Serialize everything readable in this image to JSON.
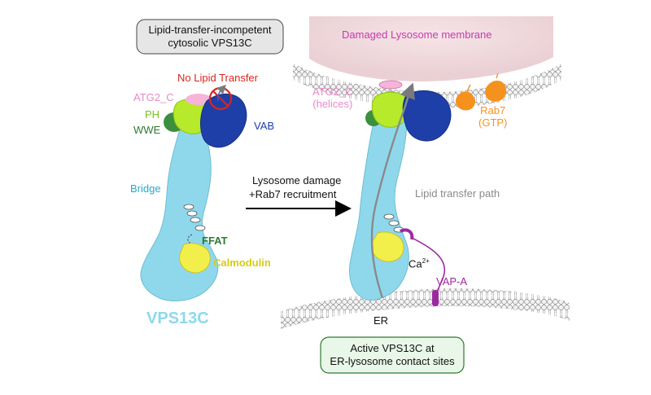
{
  "left_panel": {
    "state_box_line1": "Lipid-transfer-incompetent",
    "state_box_line2": "cytosolic VPS13C",
    "no_lipid_transfer": "No Lipid Transfer",
    "atg2c": "ATG2_C",
    "ph": "PH",
    "wwe": "WWE",
    "vab": "VAB",
    "bridge": "Bridge",
    "ffat": "FFAT",
    "calmodulin": "Calmodulin",
    "protein_name": "VPS13C"
  },
  "transition": {
    "line1": "Lysosome damage",
    "line2": "+Rab7  recruitment"
  },
  "right_panel": {
    "membrane_label": "Damaged Lysosome membrane",
    "atg2c_line1": "ATG2_C",
    "atg2c_line2": "(helices)",
    "rab7_line1": "Rab7",
    "rab7_line2": "(GTP)",
    "lipid_path": "Lipid transfer path",
    "calcium": "Ca",
    "calcium_sup": "2+",
    "vapa": "VAP-A",
    "er": "ER",
    "state_box_line1": "Active VPS13C at",
    "state_box_line2": "ER-lysosome contact sites"
  },
  "colors": {
    "bridge": "#8fd8ec",
    "ph": "#b6ea2a",
    "wwe": "#3c8f3c",
    "vab": "#1f3fa8",
    "atg2c": "#f6b4d8",
    "calmodulin": "#f2ef4a",
    "rab7": "#f5921e",
    "vapa": "#9b2aa0",
    "no_transfer": "#d7261e",
    "membrane_label": "#c43cb0",
    "lipid_path": "#8a8a8a",
    "ffat": "#2f7a32",
    "lysosome_fill": "#f4dde0"
  }
}
